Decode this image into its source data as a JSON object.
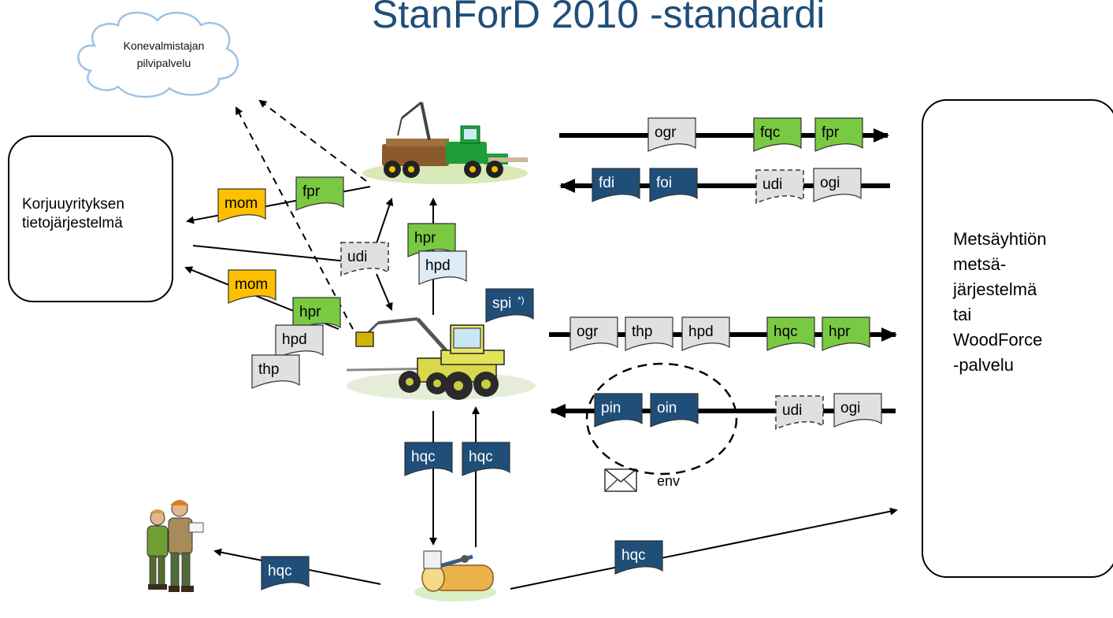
{
  "title": "StanForD 2010 -standardi",
  "cloud_label": [
    "Konevalmistajan",
    "pilvipalvelu"
  ],
  "left_system": [
    "Korjuuyrityksen",
    "tietojärjestelmä"
  ],
  "right_system": [
    "Metsäyhtiön",
    "metsä-",
    "järjestelmä",
    "tai",
    "WoodForce",
    "-palvelu"
  ],
  "footnote_mark": "*)",
  "env_label": "env",
  "colors": {
    "dark_blue": "#1f4e79",
    "green": "#7ac943",
    "orange": "#ffc000",
    "gray": "#e0e0e0",
    "light_blue": "#deeaf6",
    "cloud_fill": "#ffffff",
    "cloud_stroke": "#9dc3e6"
  },
  "documents": [
    {
      "label": "fpr",
      "color": "green"
    },
    {
      "label": "mom",
      "color": "orange"
    },
    {
      "label": "udi",
      "color": "gray",
      "dashed": true
    },
    {
      "label": "hpr",
      "color": "green"
    },
    {
      "label": "hpd",
      "color": "light_blue"
    },
    {
      "label": "mom",
      "color": "orange"
    },
    {
      "label": "hpr",
      "color": "green"
    },
    {
      "label": "hpd",
      "color": "gray"
    },
    {
      "label": "thp",
      "color": "gray"
    },
    {
      "label": "spi",
      "color": "dark_blue"
    },
    {
      "label": "ogr",
      "color": "gray"
    },
    {
      "label": "fqc",
      "color": "green"
    },
    {
      "label": "fpr",
      "color": "green"
    },
    {
      "label": "fdi",
      "color": "dark_blue"
    },
    {
      "label": "foi",
      "color": "dark_blue"
    },
    {
      "label": "udi",
      "color": "gray",
      "dashed": true
    },
    {
      "label": "ogi",
      "color": "gray"
    },
    {
      "label": "ogr",
      "color": "gray"
    },
    {
      "label": "thp",
      "color": "gray"
    },
    {
      "label": "hpd",
      "color": "gray"
    },
    {
      "label": "hqc",
      "color": "green"
    },
    {
      "label": "hpr",
      "color": "green"
    },
    {
      "label": "pin",
      "color": "dark_blue"
    },
    {
      "label": "oin",
      "color": "dark_blue"
    },
    {
      "label": "udi",
      "color": "gray",
      "dashed": true
    },
    {
      "label": "ogi",
      "color": "gray"
    },
    {
      "label": "hqc",
      "color": "dark_blue"
    },
    {
      "label": "hqc",
      "color": "dark_blue"
    },
    {
      "label": "hqc",
      "color": "dark_blue"
    },
    {
      "label": "hqc",
      "color": "dark_blue"
    }
  ]
}
